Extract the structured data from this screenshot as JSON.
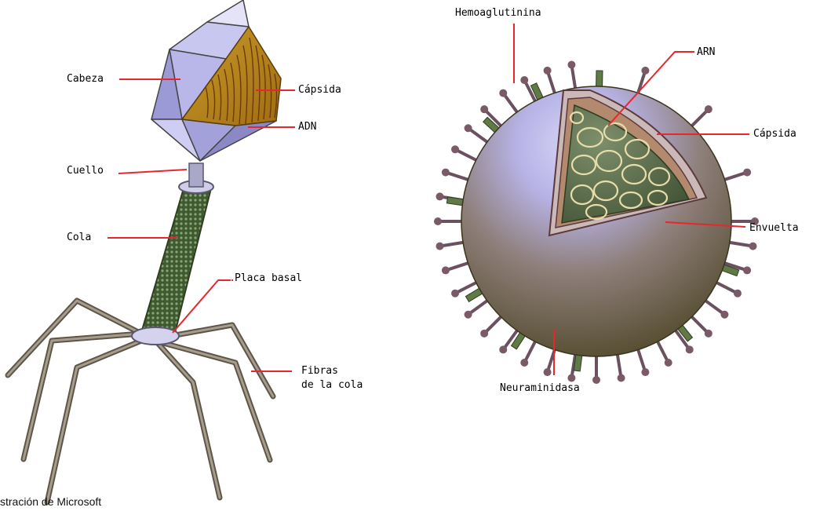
{
  "colors": {
    "leader_line": "#e8262e",
    "capsid_face_light": "#d8d8f4",
    "capsid_face_mid": "#a9a8df",
    "capsid_face_shade": "#8886c4",
    "dna_panel": "#b8861e",
    "dna_strands": "#6a3b0a",
    "tail_sheath": "#4e6b3a",
    "tail_fibers": "#7a7060",
    "sphere_light": "#ccc9f0",
    "sphere_dark": "#5b5232",
    "spike_color": "#7b5a68",
    "hemagglutinin_bar": "#5f7a45",
    "rna_core": "#556b46",
    "rna_coils": "#e8dcaa"
  },
  "bacteriophage": {
    "labels": {
      "cabeza": "Cabeza",
      "capsida": "Cápsida",
      "adn": "ADN",
      "cuello": "Cuello",
      "cola": "Cola",
      "placa_basal": "Placa basal",
      "fibras_line1": "Fibras",
      "fibras_line2": "de la cola"
    },
    "icons": [
      "icosahedral-head-icon",
      "dna-strands-icon",
      "tail-sheath-icon",
      "tail-fiber-icon"
    ]
  },
  "influenza": {
    "labels": {
      "hemoaglutinina": "Hemoaglutinina",
      "arn": "ARN",
      "capsida": "Cápsida",
      "envuelta": "Envuelta",
      "neuraminidasa": "Neuraminidasa"
    },
    "icons": [
      "virus-envelope-icon",
      "neuraminidase-spike-icon",
      "hemagglutinin-spike-icon",
      "rna-coil-icon"
    ]
  },
  "credit": "stración de Microsoft"
}
